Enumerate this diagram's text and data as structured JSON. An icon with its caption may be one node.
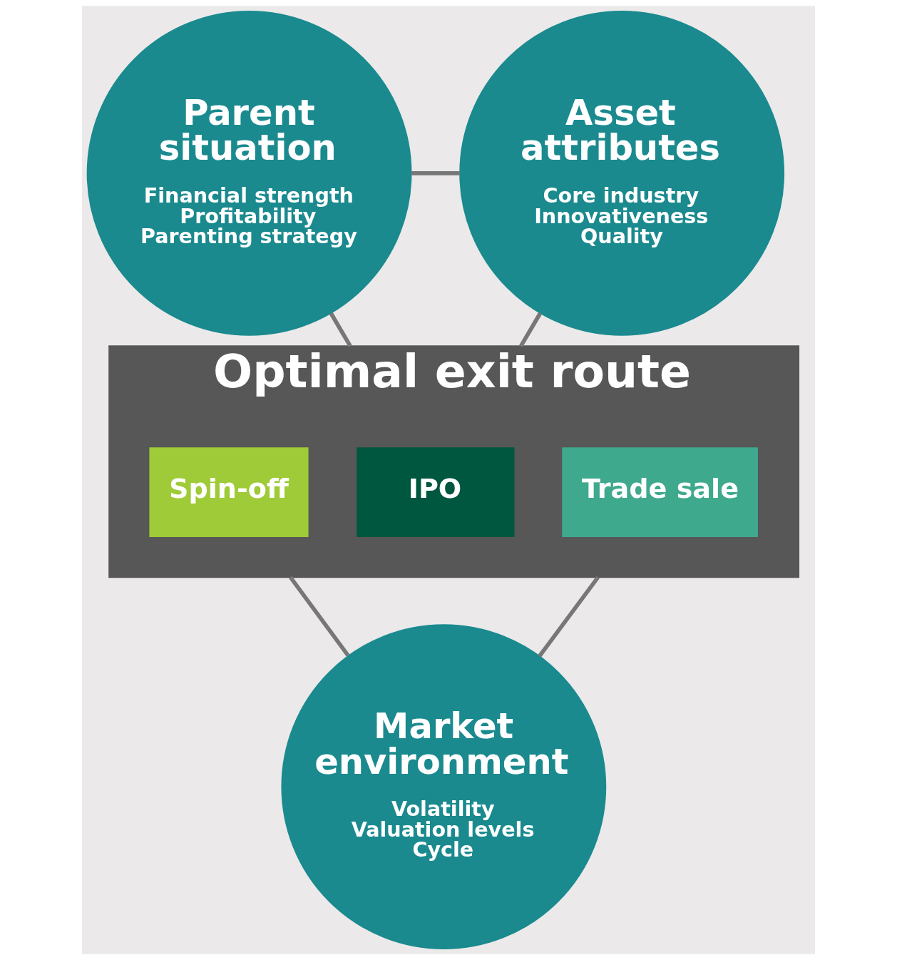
{
  "diagram": {
    "nodes": [
      {
        "text": [
          "Parent situation",
          "Financial strength Profitability Parenting strategy"
        ]
      },
      {
        "text": [
          "Asset attributes",
          "Core industry Innovativeness Quality"
        ]
      },
      {
        "text": [
          "Optimal exit route"
        ]
      },
      {
        "text": [
          "Trade sale"
        ],
        "in": 2
      },
      {
        "text": [
          "IPO"
        ],
        "in": 2
      },
      {
        "text": [
          "Spin-off"
        ],
        "in": 2
      },
      {
        "text": [
          "Market environment",
          "Volatility Valuation levels Cycle"
        ]
      }
    ],
    "edges": [
      {
        "from": 0,
        "to": 1,
        "arrow": "none"
      },
      {
        "from": 0,
        "to": 2,
        "arrow": "none"
      },
      {
        "from": 1,
        "to": 2,
        "arrow": "none"
      },
      {
        "from": 2,
        "to": 6,
        "arrow": "none"
      },
      {
        "from": 2,
        "to": 6,
        "arrow": "none"
      }
    ]
  }
}
